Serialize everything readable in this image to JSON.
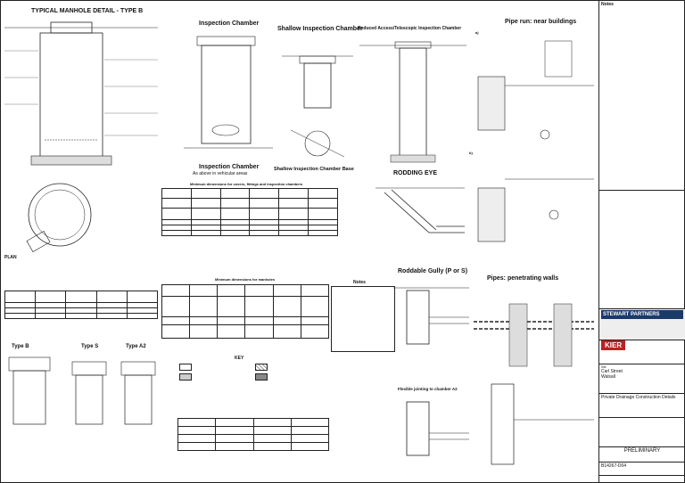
{
  "drawing": {
    "titles": {
      "manhole": "TYPICAL MANHOLE DETAIL - TYPE B",
      "ic1": "Inspection Chamber",
      "ic_shallow": "Shallow Inspection Chamber",
      "reduced": "Reduced Access/Telescopic Inspection Chamber",
      "pipe_run": "Pipe run: near buildings",
      "ic2": "Inspection Chamber",
      "ic2_sub": "As above in vehicular areas",
      "ic_shallow_base": "Shallow Inspection Chamber Base",
      "rodding": "RODDING EYE",
      "rodable_gully": "Roddable Gully (P or S)",
      "pipes_walls": "Pipes: penetrating walls",
      "min_dims": "Minimum dimensions for covers, fittings and inspection chambers",
      "min_dims2": "Minimum dimensions for manholes",
      "notes": "Notes",
      "key": "KEY",
      "type_b": "Type B",
      "type_s": "Type S",
      "type_a2": "Type A2",
      "plan": "PLAN",
      "flexible": "Flexible jointing to chamber A2",
      "label_a": "a)",
      "label_b": "b)"
    },
    "sidebar": {
      "notes_title": "Notes",
      "company": "STEWART PARTNERS",
      "contractor": "KIER",
      "site_label": "Site",
      "site": "Carl Street",
      "town": "Walsall",
      "drawing_title": "Private Drainage Construction Details",
      "status": "PRELIMINARY",
      "drawing_no": "B14267-D04"
    }
  }
}
